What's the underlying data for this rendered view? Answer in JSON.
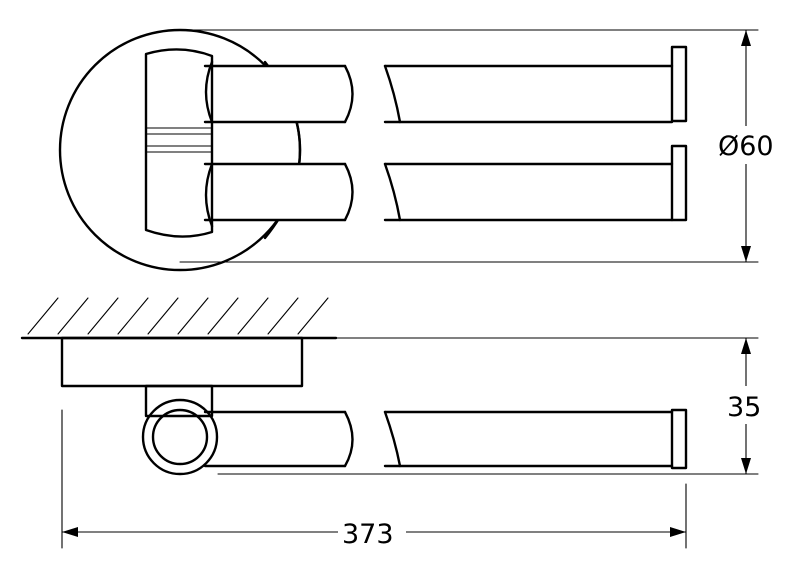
{
  "drawing": {
    "dimensions": {
      "diameter": "Ø60",
      "depth": "35",
      "length": "373"
    }
  }
}
